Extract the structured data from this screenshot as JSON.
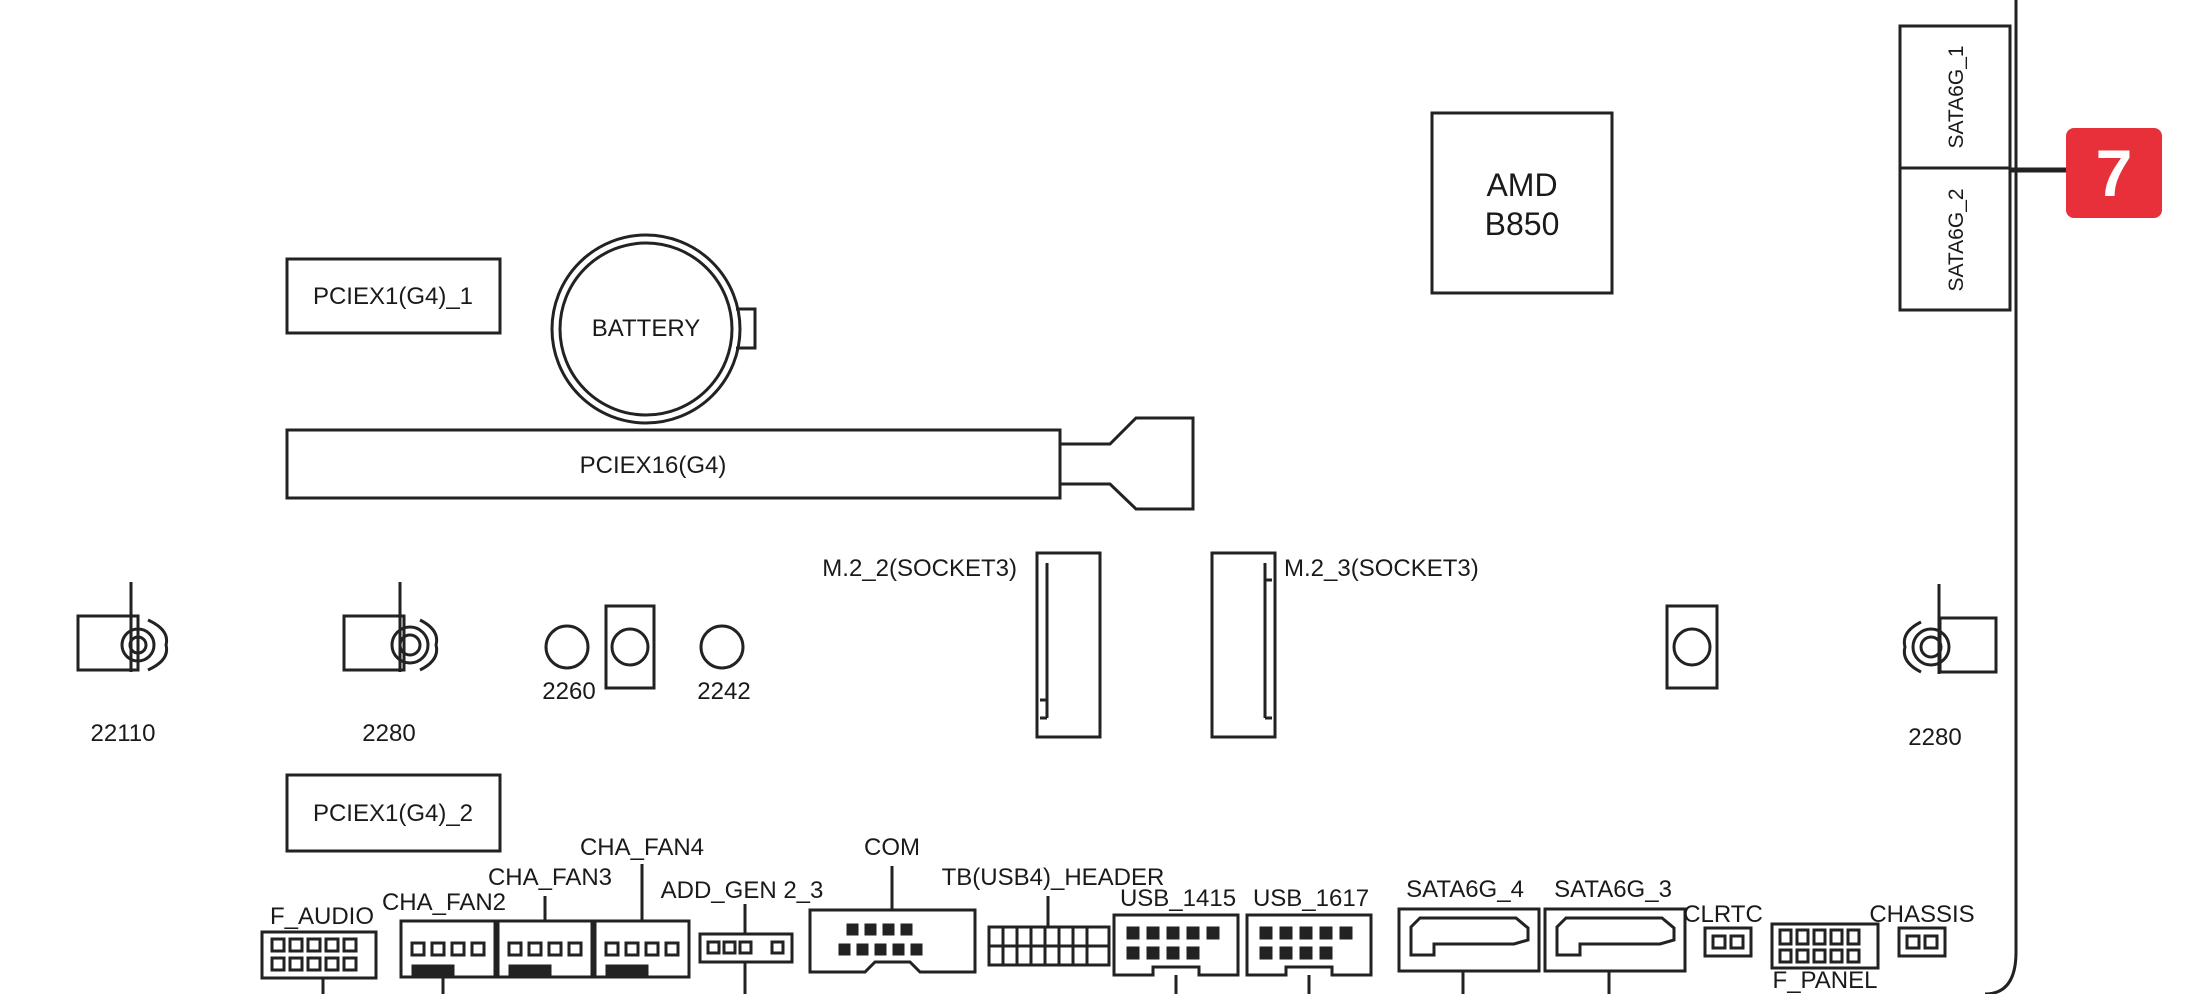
{
  "colors": {
    "line": "#222222",
    "accent": "#e8303a",
    "background": "#ffffff"
  },
  "chipset": {
    "line1": "AMD",
    "line2": "B850"
  },
  "sata_top": {
    "port1": "SATA6G_1",
    "port2": "SATA6G_2"
  },
  "callout": {
    "number": "7"
  },
  "slots": {
    "pciex1_1": "PCIEX1(G4)_1",
    "pciex1_2": "PCIEX1(G4)_2",
    "pciex16": "PCIEX16(G4)"
  },
  "battery": {
    "label": "BATTERY"
  },
  "m2": {
    "slot2": "M.2_2(SOCKET3)",
    "slot3": "M.2_3(SOCKET3)"
  },
  "standoffs": {
    "s22110": "22110",
    "s2280_left": "2280",
    "s2260": "2260",
    "s2242": "2242",
    "s2280_right": "2280"
  },
  "headers": {
    "f_audio": "F_AUDIO",
    "cha_fan2": "CHA_FAN2",
    "cha_fan3": "CHA_FAN3",
    "cha_fan4": "CHA_FAN4",
    "add_gen": "ADD_GEN 2_3",
    "com": "COM",
    "tb_header": "TB(USB4)_HEADER",
    "usb_1415": "USB_1415",
    "usb_1617": "USB_1617",
    "sata6g_4": "SATA6G_4",
    "sata6g_3": "SATA6G_3",
    "clrtc": "CLRTC",
    "f_panel": "F_PANEL",
    "chassis": "CHASSIS"
  }
}
